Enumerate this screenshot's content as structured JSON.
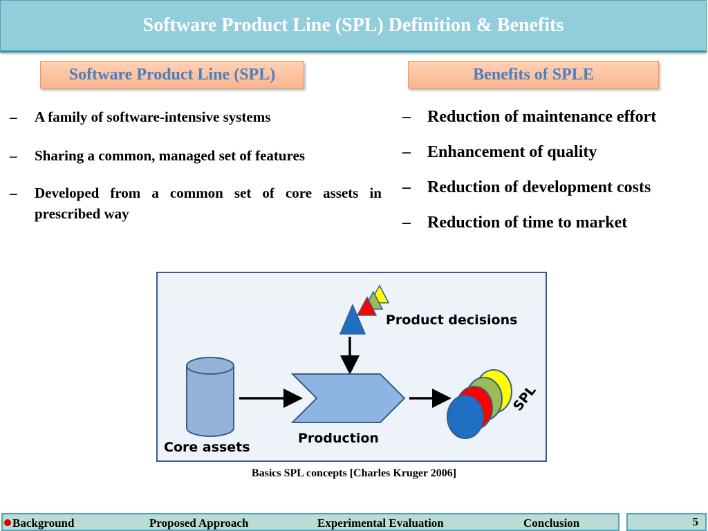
{
  "slide": {
    "title": "Software Product Line (SPL) Definition & Benefits"
  },
  "left": {
    "header": "Software Product Line (SPL)",
    "items": [
      {
        "dash": "–",
        "text": "A family of software-intensive systems"
      },
      {
        "dash": "–",
        "text": "Sharing a common, managed set of features"
      },
      {
        "dash": "–",
        "text": "Developed from a common set of core assets in prescribed way"
      }
    ]
  },
  "right": {
    "header": "Benefits of SPLE",
    "items": [
      {
        "dash": "–",
        "text": "Reduction of maintenance effort"
      },
      {
        "dash": "–",
        "text": "Enhancement of quality"
      },
      {
        "dash": "–",
        "text": "Reduction of development costs"
      },
      {
        "dash": "–",
        "text": "Reduction of time to market"
      }
    ]
  },
  "diagram": {
    "labels": {
      "product_decisions": "Product decisions",
      "production": "Production",
      "core_assets": "Core assets",
      "spl": "SPL"
    },
    "colors": {
      "yellow": "#ffff00",
      "green": "#9bbb59",
      "red": "#ff0000",
      "blue": "#1f6fc4",
      "cylinder": "#95b3d7",
      "chevron": "#8db4e2"
    }
  },
  "caption": "Basics SPL concepts [Charles Kruger 2006]",
  "footer": {
    "nav": [
      "Background",
      "Proposed Approach",
      "Experimental Evaluation",
      "Conclusion"
    ],
    "page": "5"
  }
}
